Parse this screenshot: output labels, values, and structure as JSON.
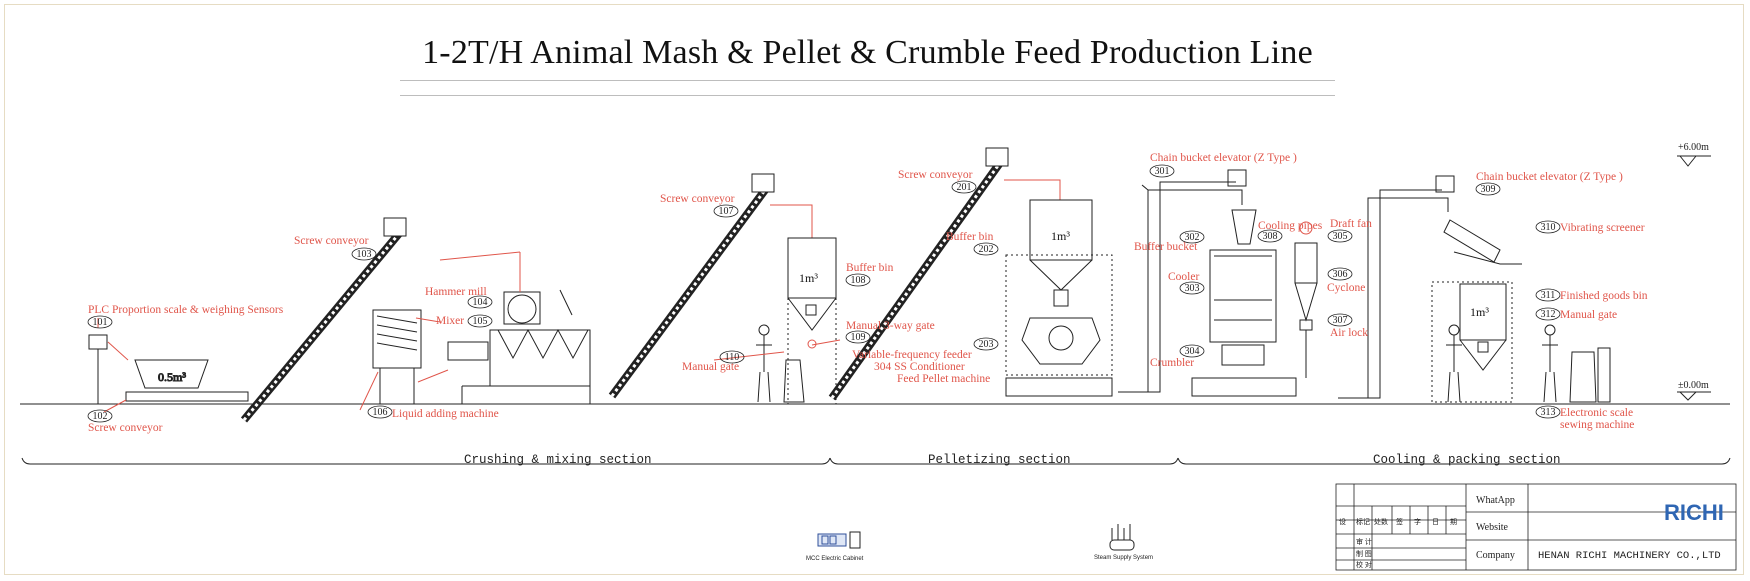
{
  "title": "1-2T/H Animal Mash & Pellet & Crumble Feed Production Line",
  "elevations": {
    "top": "+6.00m",
    "ground": "±0.00m"
  },
  "sections": [
    "Crushing & mixing section",
    "Pelletizing section",
    "Cooling & packing section"
  ],
  "labels": {
    "l101": "PLC Proportion scale & weighing Sensors",
    "l102": "Screw conveyor",
    "l103": "Screw conveyor",
    "l104": "Hammer mill",
    "l105": "Mixer",
    "l106": "Liquid adding machine",
    "l107": "Screw conveyor",
    "l108": "Buffer bin",
    "l109": "Manual 3-way gate",
    "l110": "Manual gate",
    "l201": "Screw conveyor",
    "l202": "Buffer bin",
    "l203a": "Variable-frequency feeder",
    "l203b": "304 SS Conditioner",
    "l203c": "Feed Pellet machine",
    "l301": "Chain bucket elevator (Z Type )",
    "l302": "Buffer bucket",
    "l303": "Cooler",
    "l304": "Crumbler",
    "l305": "Draft fan",
    "l306": "Cyclone",
    "l307": "Air lock",
    "l308": "Cooling pipes",
    "l309": "Chain bucket elevator (Z Type )",
    "l310": "Vibrating screener",
    "l311": "Finished goods bin",
    "l312": "Manual gate",
    "l313a": "Electronic scale",
    "l313b": "sewing machine"
  },
  "numbers": {
    "n101": "101",
    "n102": "102",
    "n103": "103",
    "n104": "104",
    "n105": "105",
    "n106": "106",
    "n107": "107",
    "n108": "108",
    "n109": "109",
    "n110": "110",
    "n201": "201",
    "n202": "202",
    "n203": "203",
    "n301": "301",
    "n302": "302",
    "n303": "303",
    "n304": "304",
    "n305": "305",
    "n306": "306",
    "n307": "307",
    "n308": "308",
    "n309": "309",
    "n310": "310",
    "n311": "311",
    "n312": "312",
    "n313": "313"
  },
  "volumes": {
    "scale": "0.5m³",
    "bin108": "1m³",
    "bin202": "1m³",
    "bin311": "1m³"
  },
  "legend": {
    "mcc": "MCC Electric Cabinet",
    "steam": "Steam Supply System"
  },
  "title_block": {
    "whatsapp_label": "WhatApp",
    "website_label": "Website",
    "company_label": "Company",
    "company_value": "HENAN RICHI MACHINERY CO.,LTD",
    "logo": "RICHI",
    "cn_row1": [
      "设",
      "标记",
      "处数",
      "签",
      "字",
      "日",
      "期"
    ],
    "cn_row2": "审 计",
    "cn_row3": "制 图",
    "cn_row4": "校 对"
  },
  "colors": {
    "label": "#e0554a",
    "line": "#222222",
    "logo": "#2f66b3"
  }
}
